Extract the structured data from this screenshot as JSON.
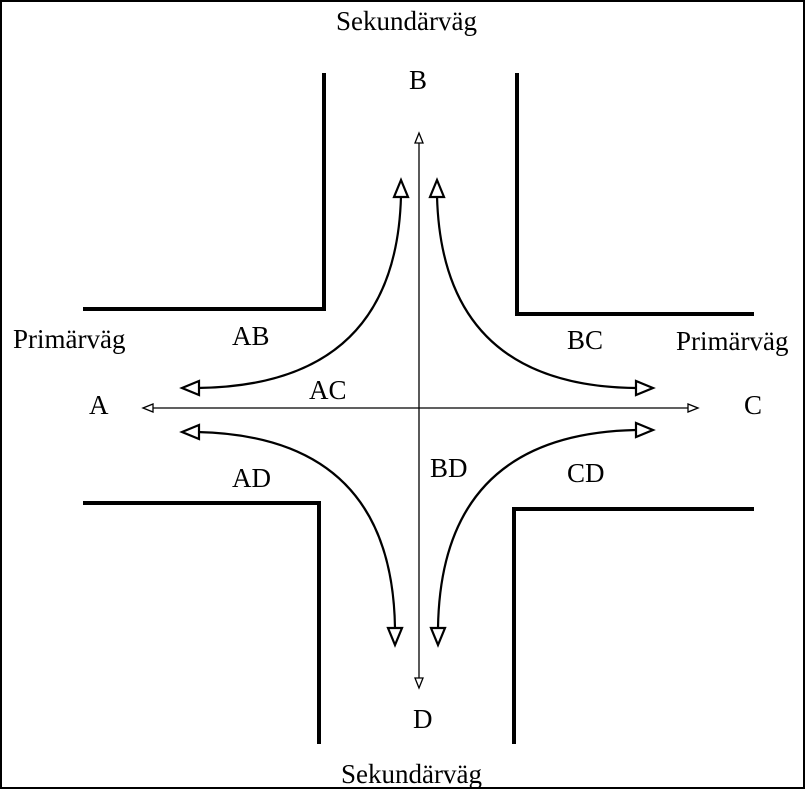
{
  "labels": {
    "road_top": "Sekundärväg",
    "road_bottom": "Sekundärväg",
    "road_left": "Primärväg",
    "road_right": "Primärväg",
    "node_a": "A",
    "node_b": "B",
    "node_c": "C",
    "node_d": "D",
    "movement_ab": "AB",
    "movement_ac": "AC",
    "movement_bc": "BC",
    "movement_ad": "AD",
    "movement_bd": "BD",
    "movement_cd": "CD"
  },
  "colors": {
    "line": "#000000",
    "background": "#ffffff"
  }
}
